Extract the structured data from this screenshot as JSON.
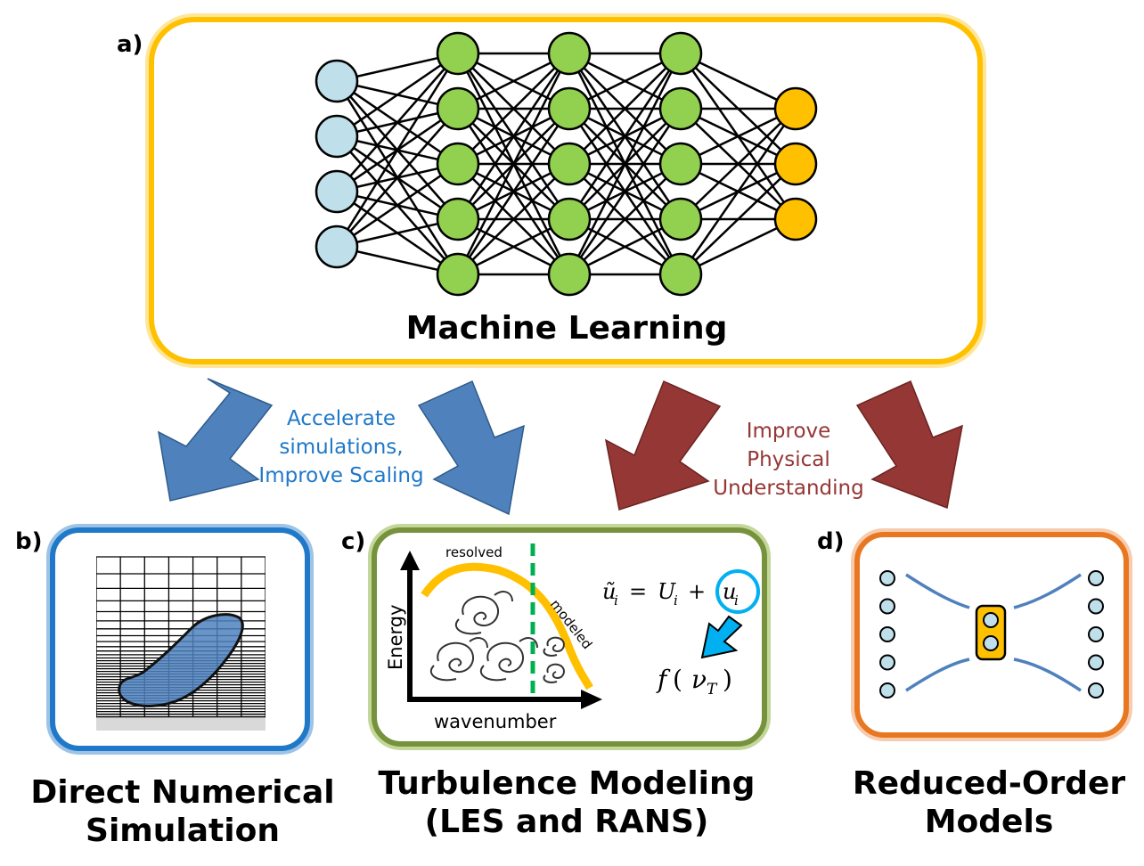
{
  "colors": {
    "ml_border": "#FFC000",
    "dns_border": "#1F78C8",
    "turb_border": "#76923C",
    "rom_border": "#E87722",
    "blue_arrow": "#4F81BD",
    "red_arrow": "#953735",
    "input_node": "#BFE0EA",
    "hidden_node": "#92D050",
    "output_node": "#FFC000",
    "accelerate_text": "#1F78C8",
    "improve_text": "#953735"
  },
  "panel_a": {
    "letter": "a)",
    "title": "Machine Learning",
    "layers": [
      4,
      5,
      5,
      5,
      3
    ]
  },
  "arrow_notes": {
    "accelerate": [
      "Accelerate",
      "simulations,",
      "Improve Scaling"
    ],
    "improve": [
      "Improve",
      "Physical",
      "Understanding"
    ]
  },
  "panel_b": {
    "letter": "b)",
    "title": [
      "Direct Numerical",
      "Simulation"
    ]
  },
  "panel_c": {
    "letter": "c)",
    "title": [
      "Turbulence Modeling",
      "(LES and RANS)"
    ],
    "y_axis_label": "Energy",
    "x_axis_label": "wavenumber",
    "resolved_label": "resolved",
    "modeled_label": "modeled",
    "equation": {
      "lhs": "ũ",
      "lhs_sub": "i",
      "eq": "=",
      "U": "U",
      "U_sub": "i",
      "plus": "+",
      "u": "u",
      "u_sub": "i"
    },
    "model": {
      "f": "f",
      "open": "(",
      "nu": "ν",
      "nu_sub": "T",
      "close": ")"
    }
  },
  "panel_d": {
    "letter": "d)",
    "title": [
      "Reduced-Order",
      "Models"
    ]
  }
}
